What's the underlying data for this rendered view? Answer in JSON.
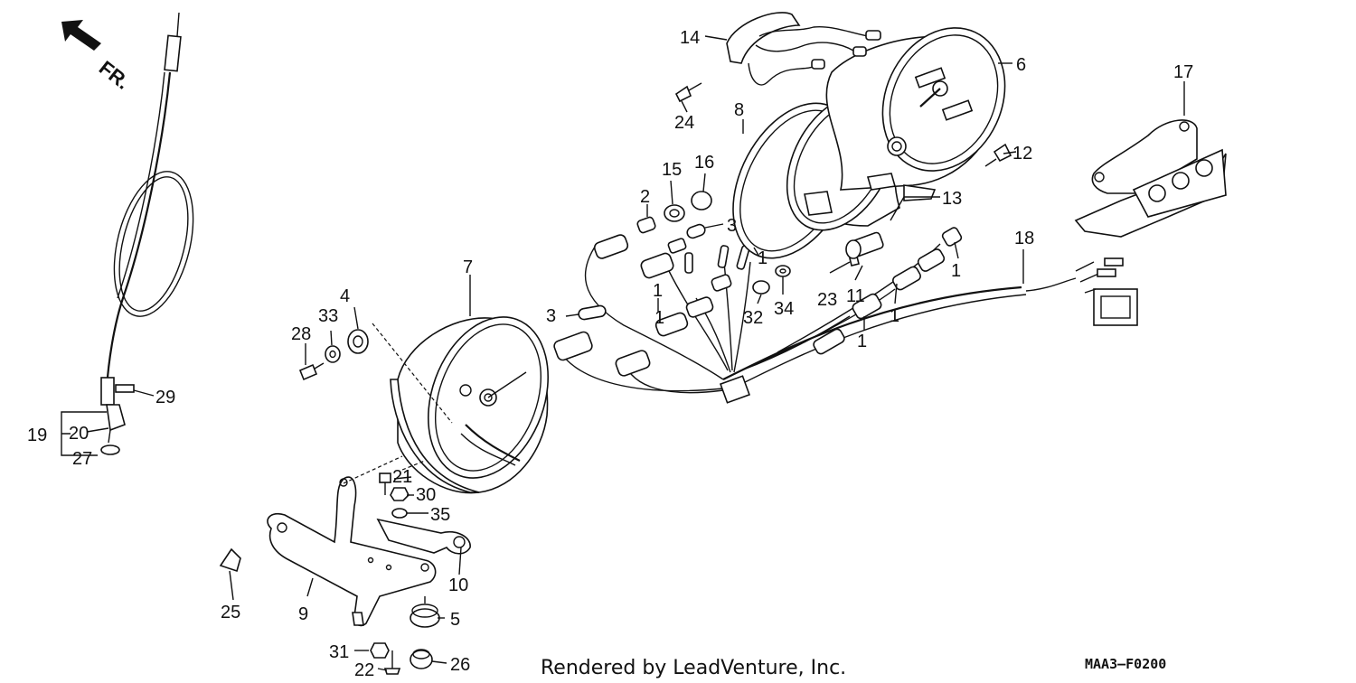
{
  "direction_label": "FR.",
  "footer": {
    "credit": "Rendered by LeadVenture, Inc.",
    "figure_code": "MAA3–F0200"
  },
  "callouts": [
    {
      "id": "c1a",
      "text": "1"
    },
    {
      "id": "c1b",
      "text": "1"
    },
    {
      "id": "c1c",
      "text": "1"
    },
    {
      "id": "c1d",
      "text": "1"
    },
    {
      "id": "c1e",
      "text": "1"
    },
    {
      "id": "c1f",
      "text": "1"
    },
    {
      "id": "c2",
      "text": "2"
    },
    {
      "id": "c3a",
      "text": "3"
    },
    {
      "id": "c3b",
      "text": "3"
    },
    {
      "id": "c4",
      "text": "4"
    },
    {
      "id": "c5",
      "text": "5"
    },
    {
      "id": "c6",
      "text": "6"
    },
    {
      "id": "c7",
      "text": "7"
    },
    {
      "id": "c8",
      "text": "8"
    },
    {
      "id": "c9",
      "text": "9"
    },
    {
      "id": "c10",
      "text": "10"
    },
    {
      "id": "c11",
      "text": "11"
    },
    {
      "id": "c12",
      "text": "12"
    },
    {
      "id": "c13",
      "text": "13"
    },
    {
      "id": "c14",
      "text": "14"
    },
    {
      "id": "c15",
      "text": "15"
    },
    {
      "id": "c16",
      "text": "16"
    },
    {
      "id": "c17",
      "text": "17"
    },
    {
      "id": "c18",
      "text": "18"
    },
    {
      "id": "c19",
      "text": "19"
    },
    {
      "id": "c20",
      "text": "20"
    },
    {
      "id": "c21",
      "text": "21"
    },
    {
      "id": "c22",
      "text": "22"
    },
    {
      "id": "c23",
      "text": "23"
    },
    {
      "id": "c24",
      "text": "24"
    },
    {
      "id": "c25",
      "text": "25"
    },
    {
      "id": "c26",
      "text": "26"
    },
    {
      "id": "c27",
      "text": "27"
    },
    {
      "id": "c28",
      "text": "28"
    },
    {
      "id": "c29",
      "text": "29"
    },
    {
      "id": "c30",
      "text": "30"
    },
    {
      "id": "c31",
      "text": "31"
    },
    {
      "id": "c32",
      "text": "32"
    },
    {
      "id": "c33",
      "text": "33"
    },
    {
      "id": "c34",
      "text": "34"
    },
    {
      "id": "c35",
      "text": "35"
    }
  ]
}
